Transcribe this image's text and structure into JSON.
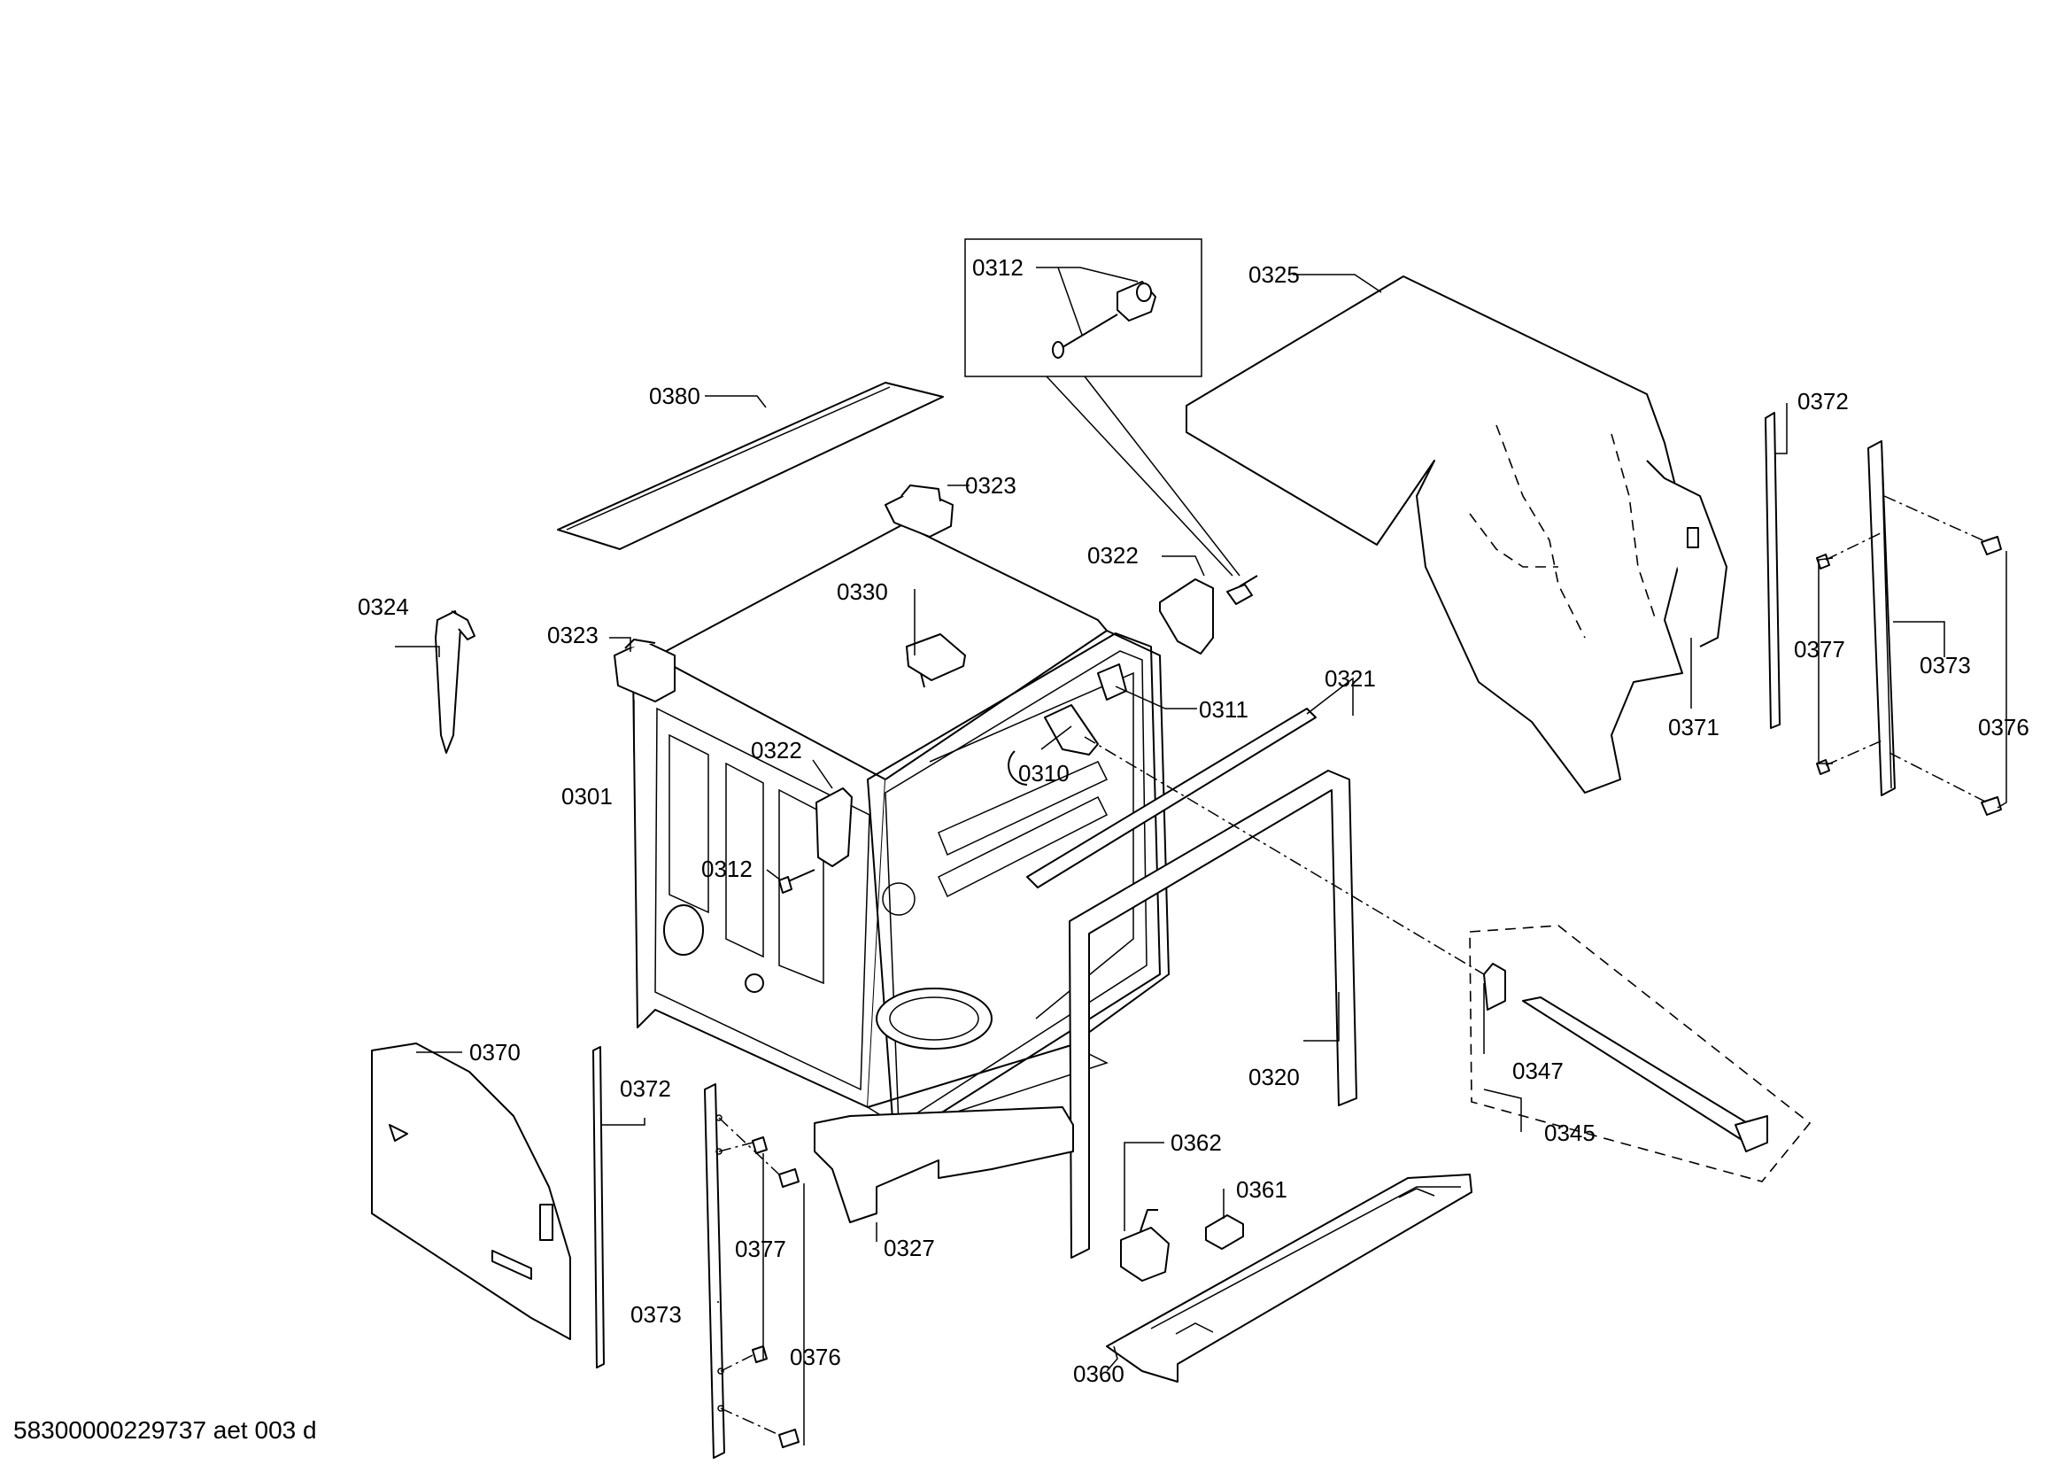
{
  "document_id": "58300000229737 aet 003 d",
  "labels": {
    "l0312a": "0312",
    "l0325": "0325",
    "l0380": "0380",
    "l0323a": "0323",
    "l0372a": "0372",
    "l0322a": "0322",
    "l0330": "0330",
    "l0324": "0324",
    "l0323b": "0323",
    "l0377a": "0377",
    "l0373a": "0373",
    "l0311": "0311",
    "l0321": "0321",
    "l0371": "0371",
    "l0376a": "0376",
    "l0322b": "0322",
    "l0310": "0310",
    "l0301": "0301",
    "l0312b": "0312",
    "l0370": "0370",
    "l0347": "0347",
    "l0320": "0320",
    "l0372b": "0372",
    "l0345": "0345",
    "l0362": "0362",
    "l0361": "0361",
    "l0377b": "0377",
    "l0327": "0327",
    "l0373b": "0373",
    "l0376b": "0376",
    "l0360": "0360"
  }
}
